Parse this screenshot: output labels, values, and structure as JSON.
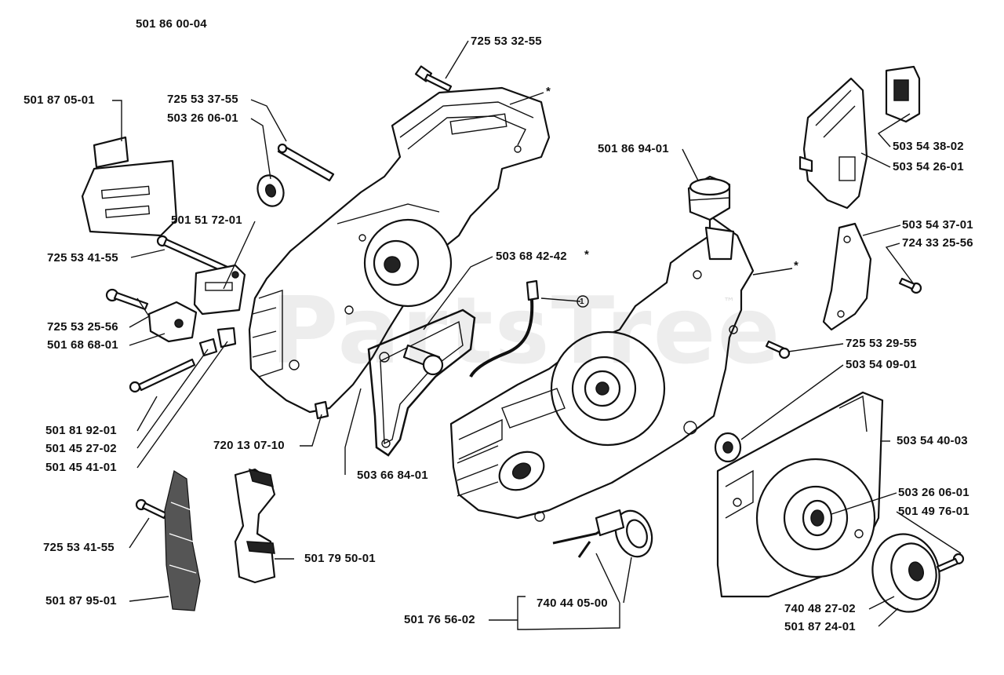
{
  "diagram": {
    "assembly_number": "501 86 00-04",
    "watermark": "PartsTree",
    "trademark": "™",
    "callout_circle": "1",
    "labels": [
      {
        "id": "p1",
        "text": "725 53 32-55"
      },
      {
        "id": "p2",
        "text": "501 87 05-01"
      },
      {
        "id": "p3",
        "text": "725 53 37-55"
      },
      {
        "id": "p4",
        "text": "503 26 06-01"
      },
      {
        "id": "p5",
        "text": "501 51 72-01"
      },
      {
        "id": "p6",
        "text": "725 53 41-55"
      },
      {
        "id": "p7",
        "text": "725 53 25-56"
      },
      {
        "id": "p8",
        "text": "501 68 68-01"
      },
      {
        "id": "p9",
        "text": "501 81 92-01"
      },
      {
        "id": "p10",
        "text": "501 45 27-02"
      },
      {
        "id": "p11",
        "text": "501 45 41-01"
      },
      {
        "id": "p12",
        "text": "720 13 07-10"
      },
      {
        "id": "p13",
        "text": "503 66 84-01"
      },
      {
        "id": "p14",
        "text": "503 68 42-42"
      },
      {
        "id": "p15",
        "text": "501 86 94-01"
      },
      {
        "id": "p16",
        "text": "503 54 38-02"
      },
      {
        "id": "p17",
        "text": "503 54 26-01"
      },
      {
        "id": "p18",
        "text": "503 54 37-01"
      },
      {
        "id": "p19",
        "text": "724 33 25-56"
      },
      {
        "id": "p20",
        "text": "725 53 29-55"
      },
      {
        "id": "p21",
        "text": "503 54 09-01"
      },
      {
        "id": "p22",
        "text": "503 54 40-03"
      },
      {
        "id": "p23",
        "text": "503 26 06-01"
      },
      {
        "id": "p24",
        "text": "501 49 76-01"
      },
      {
        "id": "p25",
        "text": "725 53 41-55"
      },
      {
        "id": "p26",
        "text": "501 79 50-01"
      },
      {
        "id": "p27",
        "text": "501 87 95-01"
      },
      {
        "id": "p28",
        "text": "740 44 05-00"
      },
      {
        "id": "p29",
        "text": "501 76 56-02"
      },
      {
        "id": "p30",
        "text": "740 48 27-02"
      },
      {
        "id": "p31",
        "text": "501 87 24-01"
      }
    ],
    "asterisks": [
      "*",
      "*",
      "*"
    ]
  }
}
